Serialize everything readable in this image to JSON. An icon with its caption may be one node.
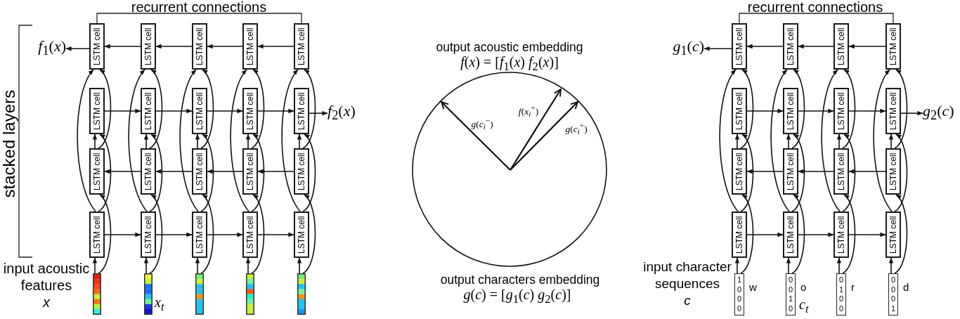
{
  "diagram": {
    "nodes": [
      {
        "text": [
          "*f*$_{1}$(*x*)"
        ]
      },
      {
        "text": [
          "LSTM cell"
        ]
      },
      {
        "text": [
          "LSTM cell"
        ]
      },
      {
        "text": [
          "LSTM cell"
        ]
      },
      {
        "text": [
          "LSTM cell"
        ]
      },
      {
        "text": [
          "LSTM cell"
        ]
      },
      {
        "text": [
          "LSTM cell"
        ]
      },
      {
        "text": [
          "LSTM cell"
        ]
      },
      {
        "text": [
          "LSTM cell"
        ]
      },
      {
        "text": [
          "LSTM cell"
        ]
      },
      {
        "text": [
          "LSTM cell"
        ]
      },
      {
        "text": [
          "*f*$_{2}$(*x*)"
        ]
      },
      {
        "text": [
          "LSTM cell"
        ]
      },
      {
        "text": [
          "LSTM cell"
        ]
      },
      {
        "text": [
          "LSTM cell"
        ]
      },
      {
        "text": [
          "LSTM cell"
        ]
      },
      {
        "text": [
          "LSTM cell"
        ]
      },
      {
        "text": [
          "LSTM cell"
        ]
      },
      {
        "text": [
          "LSTM cell"
        ]
      },
      {
        "text": [
          "LSTM cell"
        ]
      },
      {
        "text": [
          "LSTM cell"
        ]
      },
      {
        "text": [
          "LSTM cell"
        ]
      },
      {
        "text": [],
        "shape": "bar"
      },
      {
        "text": [],
        "shape": "bar",
        "beside": [
          "*x*$_{t}$"
        ]
      },
      {
        "text": [],
        "shape": "bar"
      },
      {
        "text": [],
        "shape": "bar"
      },
      {
        "text": [],
        "shape": "bar"
      },
      {
        "text": [
          "*g*$_{1}$(*c*)"
        ]
      },
      {
        "text": [
          "LSTM cell"
        ]
      },
      {
        "text": [
          "LSTM cell"
        ]
      },
      {
        "text": [
          "LSTM cell"
        ]
      },
      {
        "text": [
          "LSTM cell"
        ]
      },
      {
        "text": [
          "LSTM cell"
        ]
      },
      {
        "text": [
          "LSTM cell"
        ]
      },
      {
        "text": [
          "LSTM cell"
        ]
      },
      {
        "text": [
          "LSTM cell"
        ]
      },
      {
        "text": [
          "*g*$_{2}$(*c*)"
        ]
      },
      {
        "text": [
          "LSTM cell"
        ]
      },
      {
        "text": [
          "LSTM cell"
        ]
      },
      {
        "text": [
          "LSTM cell"
        ]
      },
      {
        "text": [
          "LSTM cell"
        ]
      },
      {
        "text": [
          "LSTM cell"
        ]
      },
      {
        "text": [
          "LSTM cell"
        ]
      },
      {
        "text": [
          "LSTM cell"
        ]
      },
      {
        "text": [
          "LSTM cell"
        ]
      },
      {
        "text": [
          "1 0 0 0"
        ],
        "beside": [
          "w"
        ]
      },
      {
        "text": [
          "0 0 1 0"
        ],
        "beside": [
          "o",
          "*c*$_{t}$"
        ]
      },
      {
        "text": [
          "0 1 0 0"
        ],
        "beside": [
          "r"
        ]
      },
      {
        "text": [
          "0 0 0 1"
        ],
        "beside": [
          "d"
        ]
      }
    ],
    "edges": [
      {
        "from": 1,
        "to": 0,
        "arrow": "to"
      },
      {
        "from": 2,
        "to": 1,
        "arrow": "to"
      },
      {
        "from": 3,
        "to": 2,
        "arrow": "to"
      },
      {
        "from": 4,
        "to": 3,
        "arrow": "to"
      },
      {
        "from": 5,
        "to": 4,
        "arrow": "to"
      },
      {
        "from": 6,
        "to": 7,
        "arrow": "to"
      },
      {
        "from": 7,
        "to": 8,
        "arrow": "to"
      },
      {
        "from": 8,
        "to": 9,
        "arrow": "to"
      },
      {
        "from": 9,
        "to": 10,
        "arrow": "to"
      },
      {
        "from": 10,
        "to": 11,
        "arrow": "to"
      },
      {
        "from": 13,
        "to": 12,
        "arrow": "to"
      },
      {
        "from": 14,
        "to": 13,
        "arrow": "to"
      },
      {
        "from": 15,
        "to": 14,
        "arrow": "to"
      },
      {
        "from": 16,
        "to": 15,
        "arrow": "to"
      },
      {
        "from": 17,
        "to": 18,
        "arrow": "to"
      },
      {
        "from": 18,
        "to": 19,
        "arrow": "to"
      },
      {
        "from": 19,
        "to": 20,
        "arrow": "to"
      },
      {
        "from": 20,
        "to": 21,
        "arrow": "to"
      },
      {
        "from": 22,
        "to": 17,
        "arrow": "to"
      },
      {
        "from": 22,
        "to": 12,
        "arrow": "to"
      },
      {
        "from": 17,
        "to": 6,
        "arrow": "to"
      },
      {
        "from": 12,
        "to": 6,
        "arrow": "to"
      },
      {
        "from": 17,
        "to": 1,
        "arrow": "to"
      },
      {
        "from": 12,
        "to": 1,
        "arrow": "to"
      },
      {
        "from": 23,
        "to": 18,
        "arrow": "to"
      },
      {
        "from": 23,
        "to": 13,
        "arrow": "to"
      },
      {
        "from": 18,
        "to": 7,
        "arrow": "to"
      },
      {
        "from": 13,
        "to": 7,
        "arrow": "to"
      },
      {
        "from": 18,
        "to": 2,
        "arrow": "to"
      },
      {
        "from": 13,
        "to": 2,
        "arrow": "to"
      },
      {
        "from": 24,
        "to": 19,
        "arrow": "to"
      },
      {
        "from": 24,
        "to": 14,
        "arrow": "to"
      },
      {
        "from": 19,
        "to": 8,
        "arrow": "to"
      },
      {
        "from": 14,
        "to": 8,
        "arrow": "to"
      },
      {
        "from": 19,
        "to": 3,
        "arrow": "to"
      },
      {
        "from": 14,
        "to": 3,
        "arrow": "to"
      },
      {
        "from": 25,
        "to": 20,
        "arrow": "to"
      },
      {
        "from": 25,
        "to": 15,
        "arrow": "to"
      },
      {
        "from": 20,
        "to": 9,
        "arrow": "to"
      },
      {
        "from": 15,
        "to": 9,
        "arrow": "to"
      },
      {
        "from": 20,
        "to": 4,
        "arrow": "to"
      },
      {
        "from": 15,
        "to": 4,
        "arrow": "to"
      },
      {
        "from": 26,
        "to": 21,
        "arrow": "to"
      },
      {
        "from": 26,
        "to": 16,
        "arrow": "to"
      },
      {
        "from": 21,
        "to": 10,
        "arrow": "to"
      },
      {
        "from": 16,
        "to": 10,
        "arrow": "to"
      },
      {
        "from": 21,
        "to": 5,
        "arrow": "to"
      },
      {
        "from": 16,
        "to": 5,
        "arrow": "to"
      },
      {
        "from": 28,
        "to": 27,
        "arrow": "to"
      },
      {
        "from": 29,
        "to": 28,
        "arrow": "to"
      },
      {
        "from": 30,
        "to": 29,
        "arrow": "to"
      },
      {
        "from": 31,
        "to": 30,
        "arrow": "to"
      },
      {
        "from": 32,
        "to": 33,
        "arrow": "to"
      },
      {
        "from": 33,
        "to": 34,
        "arrow": "to"
      },
      {
        "from": 34,
        "to": 35,
        "arrow": "to"
      },
      {
        "from": 35,
        "to": 36,
        "arrow": "to"
      },
      {
        "from": 38,
        "to": 37,
        "arrow": "to"
      },
      {
        "from": 39,
        "to": 38,
        "arrow": "to"
      },
      {
        "from": 40,
        "to": 39,
        "arrow": "to"
      },
      {
        "from": 41,
        "to": 42,
        "arrow": "to"
      },
      {
        "from": 42,
        "to": 43,
        "arrow": "to"
      },
      {
        "from": 43,
        "to": 44,
        "arrow": "to"
      },
      {
        "from": 45,
        "to": 41,
        "arrow": "to"
      },
      {
        "from": 45,
        "to": 37,
        "arrow": "to"
      },
      {
        "from": 41,
        "to": 32,
        "arrow": "to"
      },
      {
        "from": 37,
        "to": 32,
        "arrow": "to"
      },
      {
        "from": 41,
        "to": 28,
        "arrow": "to"
      },
      {
        "from": 37,
        "to": 28,
        "arrow": "to"
      },
      {
        "from": 46,
        "to": 42,
        "arrow": "to"
      },
      {
        "from": 46,
        "to": 38,
        "arrow": "to"
      },
      {
        "from": 42,
        "to": 33,
        "arrow": "to"
      },
      {
        "from": 38,
        "to": 33,
        "arrow": "to"
      },
      {
        "from": 42,
        "to": 29,
        "arrow": "to"
      },
      {
        "from": 38,
        "to": 29,
        "arrow": "to"
      },
      {
        "from": 47,
        "to": 43,
        "arrow": "to"
      },
      {
        "from": 47,
        "to": 39,
        "arrow": "to"
      },
      {
        "from": 43,
        "to": 34,
        "arrow": "to"
      },
      {
        "from": 39,
        "to": 34,
        "arrow": "to"
      },
      {
        "from": 43,
        "to": 30,
        "arrow": "to"
      },
      {
        "from": 39,
        "to": 30,
        "arrow": "to"
      },
      {
        "from": 48,
        "to": 44,
        "arrow": "to"
      },
      {
        "from": 48,
        "to": 40,
        "arrow": "to"
      },
      {
        "from": 44,
        "to": 35,
        "arrow": "to"
      },
      {
        "from": 40,
        "to": 35,
        "arrow": "to"
      },
      {
        "from": 44,
        "to": 31,
        "arrow": "to"
      },
      {
        "from": 40,
        "to": 31,
        "arrow": "to"
      }
    ],
    "labels": [
      "recurrent connections",
      "stacked layers",
      "input acoustic features *x*",
      "output acoustic embedding",
      "*f*(*x*) = [*f*$_{1}$(*x*) *f*$_{2}$(*x*)]",
      "*g*(*c*$_{i}$$^{−}$)",
      "*f*(*x*$_{i}$$^{+}$)",
      "*g*(*c*$_{i}$$^{+}$)",
      "output characters embedding",
      "*g*(*c*) = [*g*$_{1}$(*c*) *g*$_{2}$(*c*)]",
      "recurrent connections",
      "input character sequences *c*"
    ]
  }
}
